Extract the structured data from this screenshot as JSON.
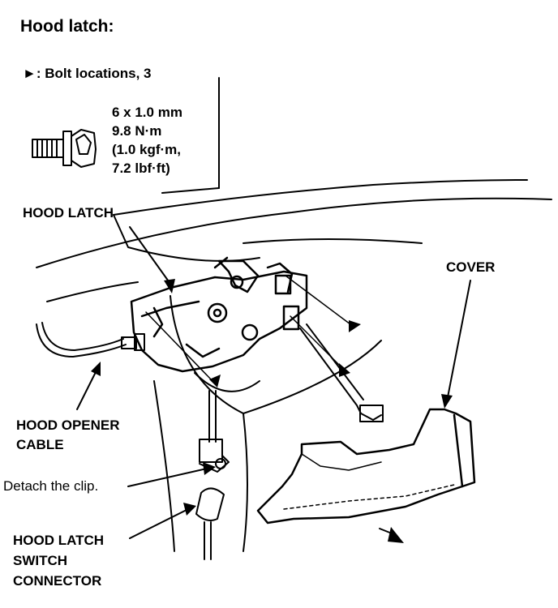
{
  "title": "Hood latch:",
  "legend": {
    "marker_text": "►: Bolt locations, 3"
  },
  "bolt_spec": {
    "lines": [
      "6 x 1.0 mm",
      "9.8 N·m",
      "(1.0 kgf·m,",
      "7.2 lbf·ft)"
    ]
  },
  "callouts": {
    "hood_latch": "HOOD LATCH",
    "cover": "COVER",
    "hood_opener_cable": [
      "HOOD OPENER",
      "CABLE"
    ],
    "detach_clip": "Detach the clip.",
    "switch_connector": [
      "HOOD LATCH",
      "SWITCH",
      "CONNECTOR"
    ]
  }
}
